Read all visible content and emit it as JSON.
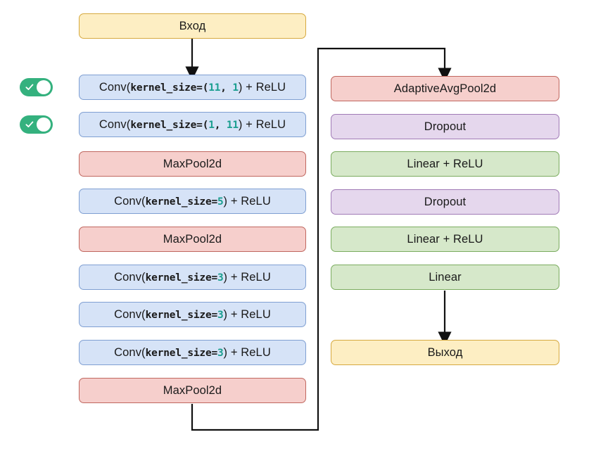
{
  "diagram": {
    "title_node": "Вход",
    "output_node": "Выход",
    "accent_colors": {
      "input_output_fill": "#fdeec3",
      "input_output_border": "#d6a93f",
      "conv_fill": "#d6e3f7",
      "conv_border": "#7f9fd2",
      "pool_fill": "#f6cfcc",
      "pool_border": "#c0675f",
      "dropout_fill": "#e5d7ed",
      "dropout_border": "#a07ab6",
      "linear_fill": "#d6e8ca",
      "linear_border": "#7bac5f",
      "toggle_on": "#34b17e",
      "number_highlight": "#1a9e8f"
    }
  },
  "left_column": {
    "nodes": [
      {
        "id": "input",
        "label": "Вход",
        "type": "input"
      },
      {
        "id": "conv1",
        "type": "conv",
        "prefix": "Conv(",
        "param": "kernel_size=",
        "open": "(",
        "args": [
          "11",
          "1"
        ],
        "close": ")",
        "suffix": ") + ReLU"
      },
      {
        "id": "conv2",
        "type": "conv",
        "prefix": "Conv(",
        "param": "kernel_size=",
        "open": "(",
        "args": [
          "1",
          "11"
        ],
        "close": ")",
        "suffix": ") + ReLU"
      },
      {
        "id": "pool1",
        "type": "pool",
        "label": "MaxPool2d"
      },
      {
        "id": "conv3",
        "type": "conv",
        "prefix": "Conv(",
        "param": "kernel_size=",
        "args": [
          "5"
        ],
        "suffix": ") + ReLU"
      },
      {
        "id": "pool2",
        "type": "pool",
        "label": "MaxPool2d"
      },
      {
        "id": "conv4",
        "type": "conv",
        "prefix": "Conv(",
        "param": "kernel_size=",
        "args": [
          "3"
        ],
        "suffix": ") + ReLU"
      },
      {
        "id": "conv5",
        "type": "conv",
        "prefix": "Conv(",
        "param": "kernel_size=",
        "args": [
          "3"
        ],
        "suffix": ") + ReLU"
      },
      {
        "id": "conv6",
        "type": "conv",
        "prefix": "Conv(",
        "param": "kernel_size=",
        "args": [
          "3"
        ],
        "suffix": ") + ReLU"
      },
      {
        "id": "pool3",
        "type": "pool",
        "label": "MaxPool2d"
      }
    ]
  },
  "right_column": {
    "nodes": [
      {
        "id": "avgpool",
        "type": "pool",
        "label": "AdaptiveAvgPool2d"
      },
      {
        "id": "dropout1",
        "type": "drop",
        "label": "Dropout"
      },
      {
        "id": "linear1",
        "type": "lin",
        "label": "Linear + ReLU"
      },
      {
        "id": "dropout2",
        "type": "drop",
        "label": "Dropout"
      },
      {
        "id": "linear2",
        "type": "lin",
        "label": "Linear + ReLU"
      },
      {
        "id": "linear3",
        "type": "lin",
        "label": "Linear"
      },
      {
        "id": "output",
        "type": "output",
        "label": "Выход"
      }
    ]
  },
  "toggles": [
    {
      "id": "toggle-conv1",
      "state": "on",
      "target": "conv1"
    },
    {
      "id": "toggle-conv2",
      "state": "on",
      "target": "conv2"
    }
  ]
}
